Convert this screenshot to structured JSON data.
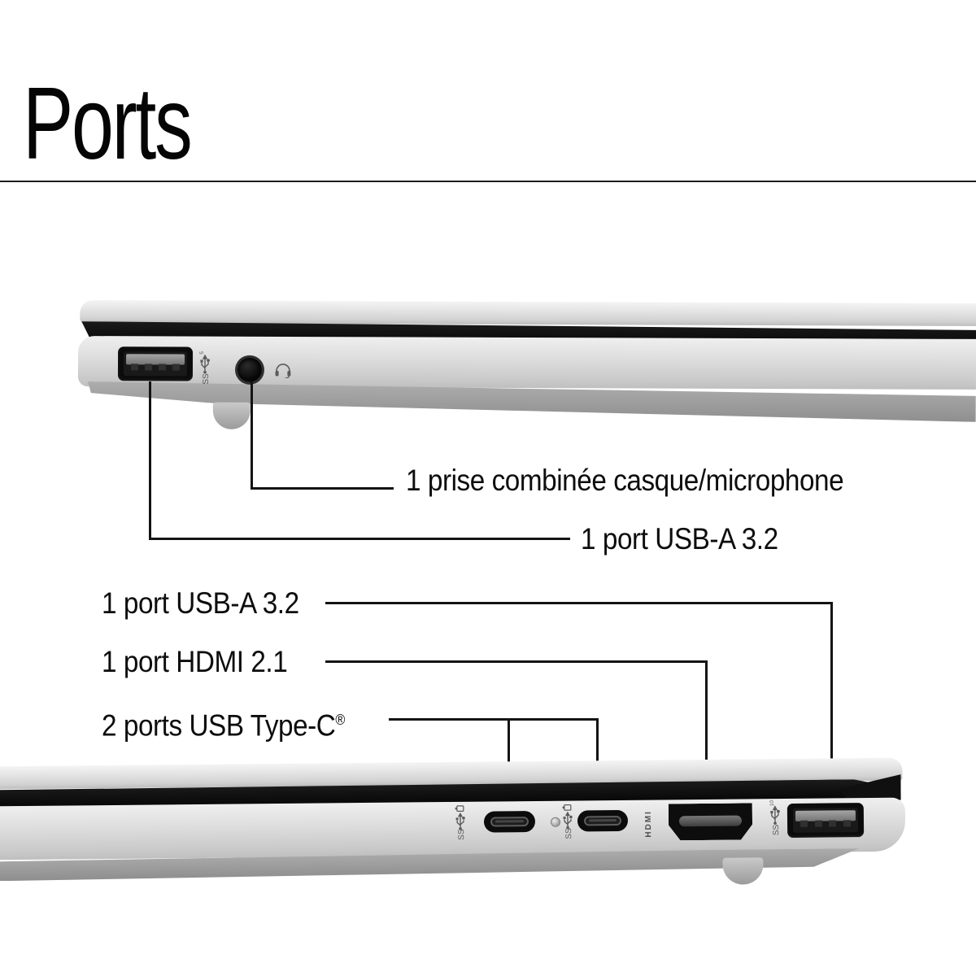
{
  "page": {
    "title": "Ports"
  },
  "callouts": {
    "headphone_jack": {
      "label": "1 prise combinée casque/microphone"
    },
    "usb_a_left": {
      "label": "1 port USB-A 3.2"
    },
    "usb_a_right": {
      "label": "1 port USB-A 3.2"
    },
    "hdmi": {
      "label": "1 port HDMI 2.1"
    },
    "usb_c": {
      "label": "2 ports USB Type-C",
      "registered_mark": "®"
    }
  },
  "laptop_left_view": {
    "description": "left-side profile of closed silver laptop",
    "ports": [
      "usb-a-3.2",
      "headphone-microphone-combo-jack"
    ],
    "usb_speed_badge": "5",
    "badge_text": "SS"
  },
  "laptop_right_view": {
    "description": "right-side profile of closed silver laptop",
    "ports": [
      "usb-c",
      "usb-c",
      "hdmi-2.1",
      "usb-a-3.2"
    ],
    "hdmi_engraving": "HDMI",
    "usb_speed_badge": "10",
    "badge_text": "SS"
  },
  "colors": {
    "background": "#ffffff",
    "body_silver": "#d9d9d9",
    "hinge_black": "#0f0f0f",
    "callout_line": "#141414",
    "text": "#0d0d0d"
  }
}
